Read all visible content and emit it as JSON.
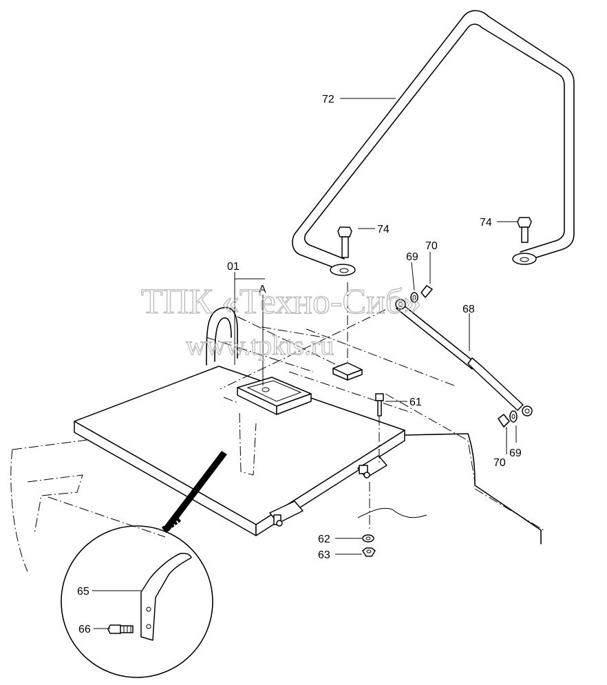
{
  "watermark": {
    "title": "ТПК «Техно-Сиб»",
    "url": "www.tpkts.ru"
  },
  "callouts": {
    "c01": "01",
    "cA": "A",
    "c61": "61",
    "c62": "62",
    "c63": "63",
    "c65": "65",
    "c66": "66",
    "c68": "68",
    "c69a": "69",
    "c69b": "69",
    "c70a": "70",
    "c70b": "70",
    "c72": "72",
    "c74a": "74",
    "c74b": "74"
  }
}
